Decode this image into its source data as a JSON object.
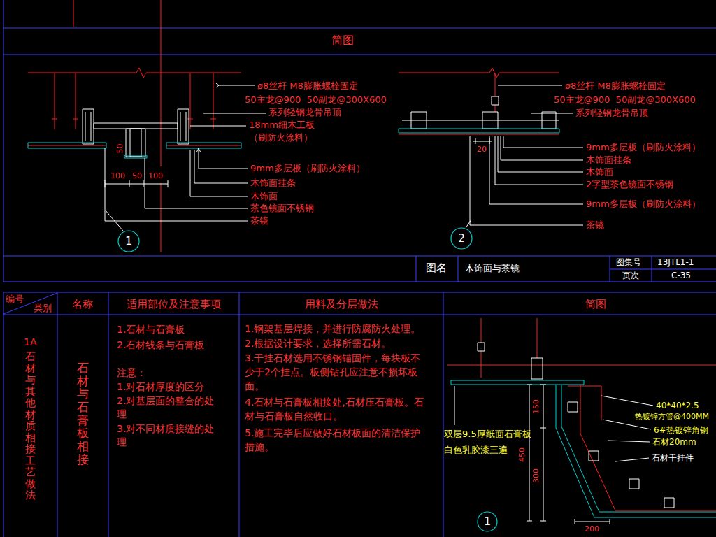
{
  "diagram": {
    "nodes": [
      {
        "text": [
          "1"
        ]
      },
      {
        "text": [
          "2"
        ]
      },
      {
        "text": [
          "1"
        ]
      }
    ],
    "labels": [
      "简图",
      "ø8丝杆 M8膨胀螺栓固定",
      "50主龙@900  50副龙@300X600",
      "系列轻钢龙骨吊顶",
      "18mm细木工板",
      "（刷防火涂料）",
      "50",
      "100",
      "50",
      "100",
      "9mm多层板（刷防火涂料）",
      "木饰面挂条",
      "木饰面",
      "茶色镜面不锈钢",
      "茶镜",
      "ø8丝杆 M8膨胀螺栓固定",
      "50主龙@900  50副龙@300X600",
      "系列轻钢龙骨吊顶",
      "9mm多层板（刷防火涂料）",
      "木饰面挂条",
      "木饰面",
      "2字型茶色镜面不锈钢",
      "9mm多层板（刷防火涂料）",
      "茶镜",
      "20",
      "图名",
      "木饰面与茶镜",
      "图集号",
      "13JTL1-1",
      "页次",
      "C-35",
      "编号",
      "类别",
      "名称",
      "适用部位及注意事项",
      "用料及分层做法",
      "简图",
      "1A",
      "石材与其他材质相接工艺做法",
      "石材与石膏板相接",
      "1.石材与石膏板",
      "2.石材线条与石膏板",
      "注意：",
      "1.对石材厚度的区分",
      "2.对基层面的整合的处理",
      "3.对不同材质接缝的处理",
      "1.钢架基层焊接，并进行防腐防火处理。",
      "2.根据设计要求，选择所需石材。",
      "3.干挂石材选用不锈钢锚固件，每块板不少于2个挂点。板侧钻孔应注意不损坏板面。",
      "4.石材与石膏板相接处,石材压石膏板。石材与石膏板自然收口。",
      "5.施工完毕后应做好石材板面的清洁保护措施。",
      "40*40*2.5",
      "热镀锌方管@400MM",
      "6#热镀锌角钢",
      "石材20mm",
      "石材干挂件",
      "双层9.5厚纸面石膏板",
      "白色乳胶漆三遍",
      "150",
      "450",
      "300",
      "200"
    ]
  }
}
